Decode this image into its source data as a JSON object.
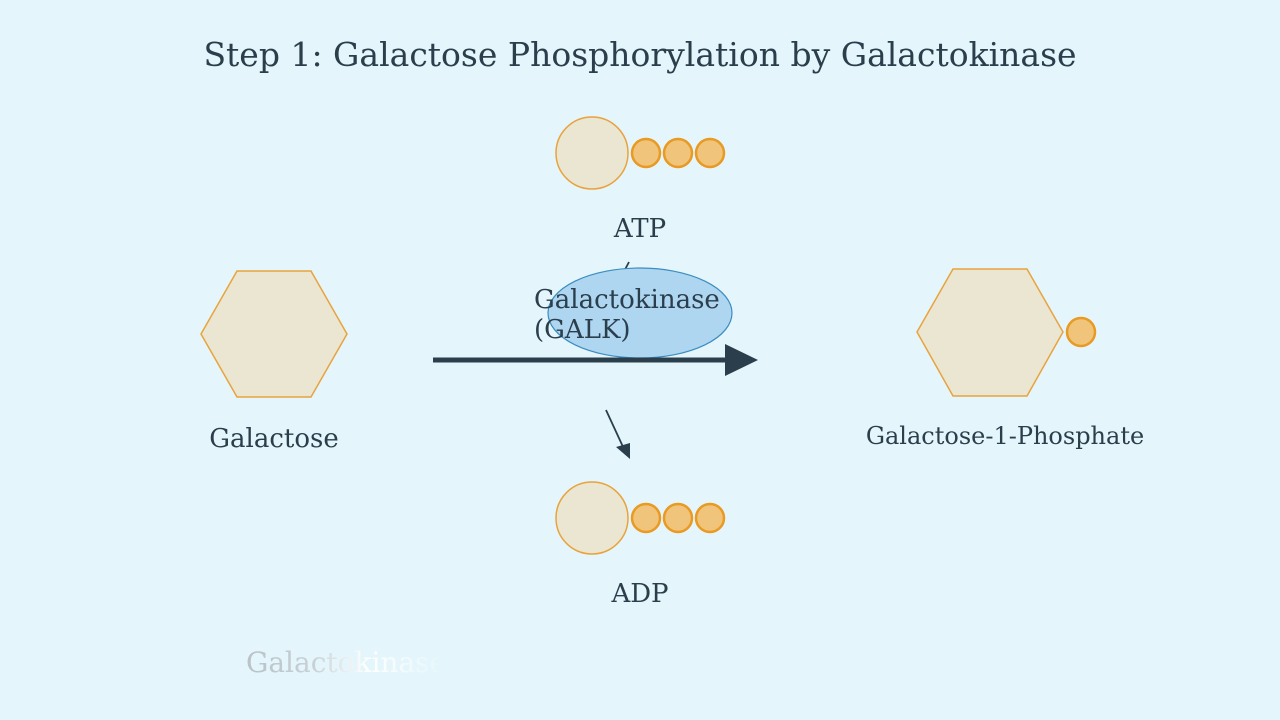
{
  "title": "Step 1: Galactose Phosphorylation by Galactokinase",
  "molecules": {
    "atp": "ATP",
    "adp": "ADP",
    "substrate": "Galactose",
    "product": "Galactose-1-Phosphate"
  },
  "enzyme": {
    "name_line1": "Galactokinase",
    "name_line2": "(GALK)"
  },
  "caption": "Galactokinase",
  "colors": {
    "background": "#e4f6fb",
    "text": "#2b3e4c",
    "sugar_fill": "#ebe6d2",
    "sugar_stroke": "#e8a33d",
    "phosphate_fill": "#f0c47a",
    "phosphate_stroke": "#e89a22",
    "enzyme_fill": "#aed6f1",
    "enzyme_stroke": "#3c8dbf",
    "arrow": "#2b3e4c"
  }
}
